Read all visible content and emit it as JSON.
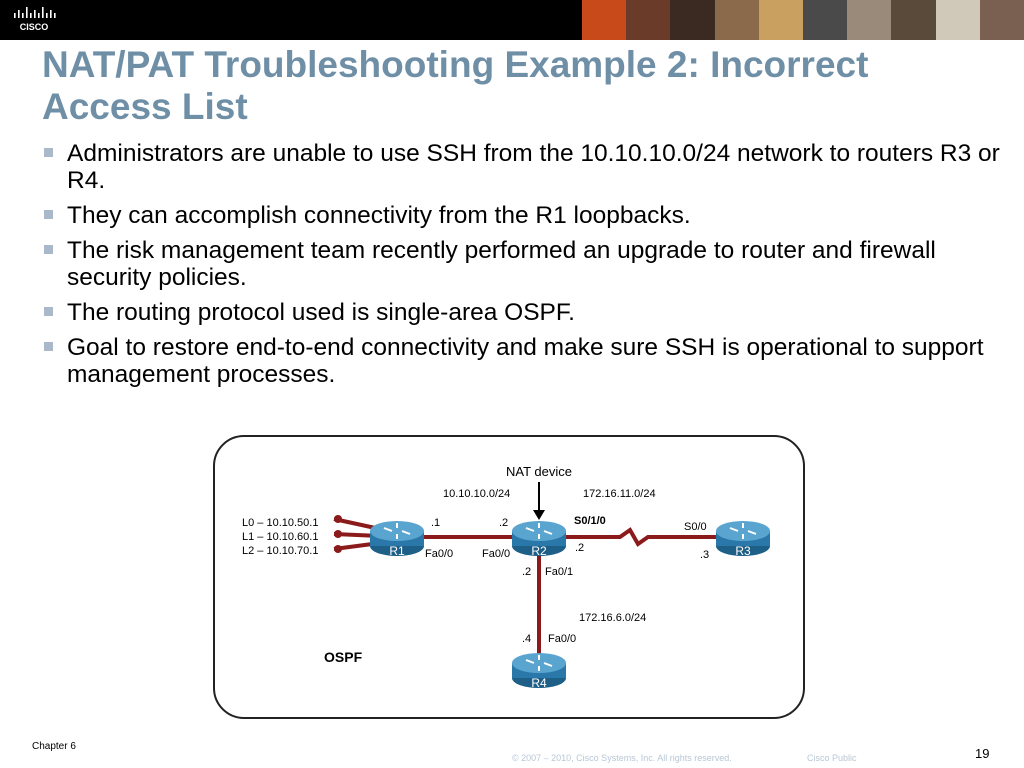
{
  "header": {
    "logo_text": "CISCO",
    "photos": [
      "#c84a1a",
      "#6b3b2a",
      "#3a2a22",
      "#8a6a4a",
      "#c9a060",
      "#4a4a4a",
      "#9a8a7a",
      "#5a4a3a",
      "#d0c8b8",
      "#7a6050"
    ]
  },
  "slide": {
    "title": "NAT/PAT Troubleshooting Example 2: Incorrect Access List",
    "bullets": [
      "Administrators are unable to use SSH from the 10.10.10.0/24 network to routers R3 or R4.",
      "They can accomplish connectivity from the R1 loopbacks.",
      "The risk management team recently performed an upgrade to router and firewall security policies.",
      "The routing protocol used is single-area OSPF.",
      "Goal to restore end-to-end connectivity and make sure SSH is operational to support management processes."
    ]
  },
  "diagram": {
    "nat_device_label": "NAT device",
    "loopbacks": [
      "L0 – 10.10.50.1",
      "L1 – 10.10.60.1",
      "L2 – 10.10.70.1"
    ],
    "routers": {
      "r1": "R1",
      "r2": "R2",
      "r3": "R3",
      "r4": "R4"
    },
    "net_r1_r2": "10.10.10.0/24",
    "net_r2_r3": "172.16.11.0/24",
    "net_r2_r4": "172.16.6.0/24",
    "r1_host": ".1",
    "r1_if": "Fa0/0",
    "r2_host_left": ".2",
    "r2_if_left": "Fa0/0",
    "r2_if_serial": "S0/1/0",
    "r2_host_serial": ".2",
    "r2_host_down": ".2",
    "r2_if_down": "Fa0/1",
    "r3_if": "S0/0",
    "r3_host": ".3",
    "r4_host": ".4",
    "r4_if": "Fa0/0",
    "ospf_label": "OSPF"
  },
  "footer": {
    "chapter": "Chapter 6",
    "copyright": "© 2007 – 2010, Cisco Systems, Inc. All rights reserved.",
    "classification": "Cisco Public",
    "page": "19"
  }
}
